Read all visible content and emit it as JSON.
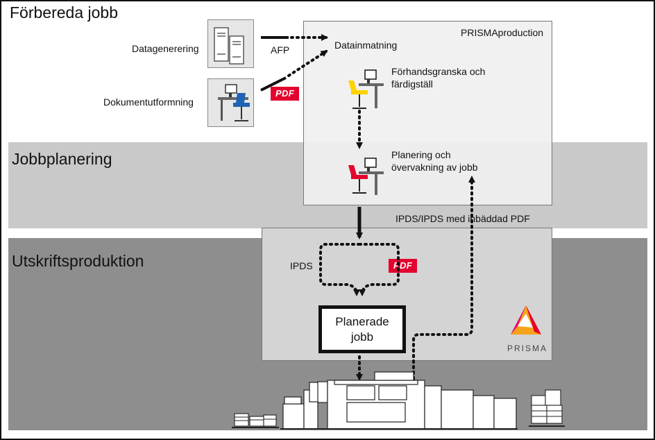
{
  "stages": [
    "Förbereda jobb",
    "Jobbplanering",
    "Utskriftsproduktion"
  ],
  "sources": [
    "Datagenerering",
    "Dokumentutformning"
  ],
  "formats": {
    "afp": "AFP",
    "pdf": "PDF",
    "ipds": "IPDS",
    "ipds_feedback": "IPDS/IPDS med inbäddad PDF"
  },
  "panels": {
    "prismaproduction": "PRISMAproduction"
  },
  "steps": {
    "datainmatning": "Datainmatning",
    "forhandsgranska_1": "Förhandsgranska och",
    "forhandsgranska_2": "färdigställ",
    "planering_1": "Planering och",
    "planering_2": "övervakning av jobb"
  },
  "jobs_box": "Planerade\njobb",
  "logo": {
    "text": "PRISMA",
    "colors": [
      "#f7a21b",
      "#e4032e",
      "#e5007d"
    ]
  },
  "colors": {
    "pdf_badge": "#e4032e",
    "chair_yellow": "#ffd200",
    "chair_red": "#e4032e",
    "chair_blue": "#1e64b4",
    "band_planning": "#c9c9c9",
    "band_production": "#8e8e8e"
  },
  "icons": [
    "server-icon",
    "workstation-icon",
    "operator-icon",
    "printer-icon",
    "paper-stack-icon",
    "pallet-icon",
    "prisma-logo-icon"
  ]
}
